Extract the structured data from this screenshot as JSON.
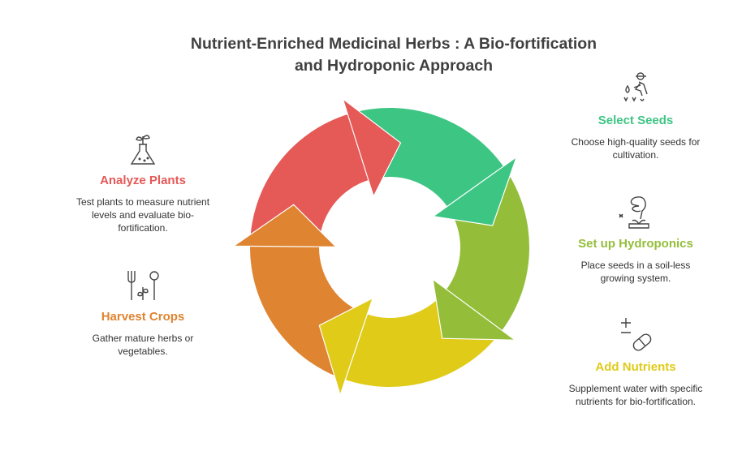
{
  "title": {
    "line1": "Nutrient-Enriched Medicinal Herbs : A Bio-fortification",
    "line2": "and Hydroponic Approach"
  },
  "colors": {
    "analyze": "#E55957",
    "select": "#3DC584",
    "hydroponics": "#94BE3A",
    "nutrients": "#DFCB18",
    "harvest": "#DF8430"
  },
  "steps": {
    "select_seeds": {
      "icon": "farmer-planting-seeds-icon",
      "heading": "Select Seeds",
      "text": "Choose high-quality seeds for cultivation."
    },
    "hydroponics": {
      "icon": "hydroponic-plant-icon",
      "heading": "Set up Hydroponics",
      "text": "Place seeds in a soil-less growing system."
    },
    "nutrients": {
      "icon": "plus-minus-capsule-icon",
      "heading": "Add Nutrients",
      "text": "Supplement water with specific nutrients for bio-fortification."
    },
    "harvest": {
      "icon": "fork-sprout-spoon-icon",
      "heading": "Harvest Crops",
      "text": "Gather mature herbs or vegetables."
    },
    "analyze": {
      "icon": "flask-sprout-icon",
      "heading": "Analyze Plants",
      "text": "Test plants to measure nutrient levels and evaluate bio-fortification."
    }
  }
}
